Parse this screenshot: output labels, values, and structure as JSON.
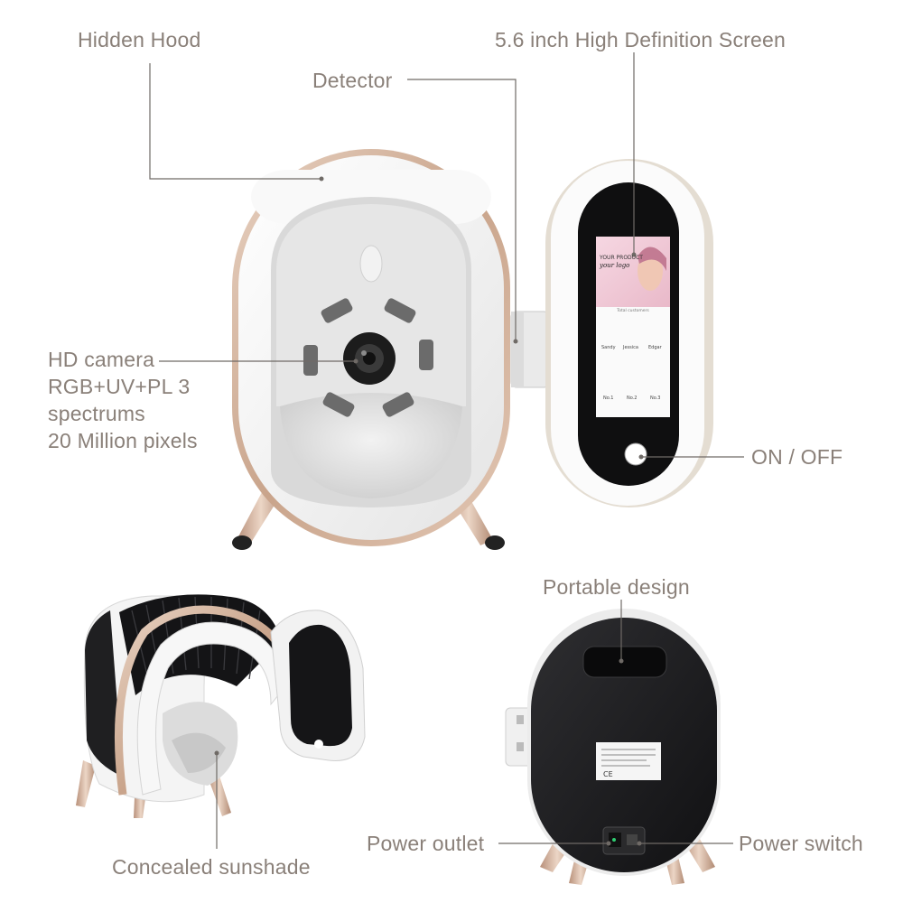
{
  "labels": {
    "hidden_hood": "Hidden Hood",
    "screen": "5.6 inch High Definition Screen",
    "detector": "Detector",
    "hd_camera": [
      "HD camera",
      "RGB+UV+PL 3",
      "spectrums",
      "20 Million pixels"
    ],
    "on_off": "ON / OFF",
    "portable_design": "Portable design",
    "concealed_sunshade": "Concealed sunshade",
    "power_outlet": "Power outlet",
    "power_switch": "Power switch"
  },
  "device_screen": {
    "brand_line1": "YOUR PRODUCT",
    "brand_line2": "your logo",
    "section_title": "Total customers",
    "profiles": [
      "Sandy",
      "Jessica",
      "Edgar"
    ],
    "samples": [
      "No.1",
      "No.2",
      "No.3"
    ]
  },
  "colors": {
    "label_text": "#8a8079",
    "leader_line": "#6f6a66",
    "rose_gold": "#d2b29b",
    "device_white": "#f4f4f4",
    "device_black": "#1d1d1f"
  }
}
